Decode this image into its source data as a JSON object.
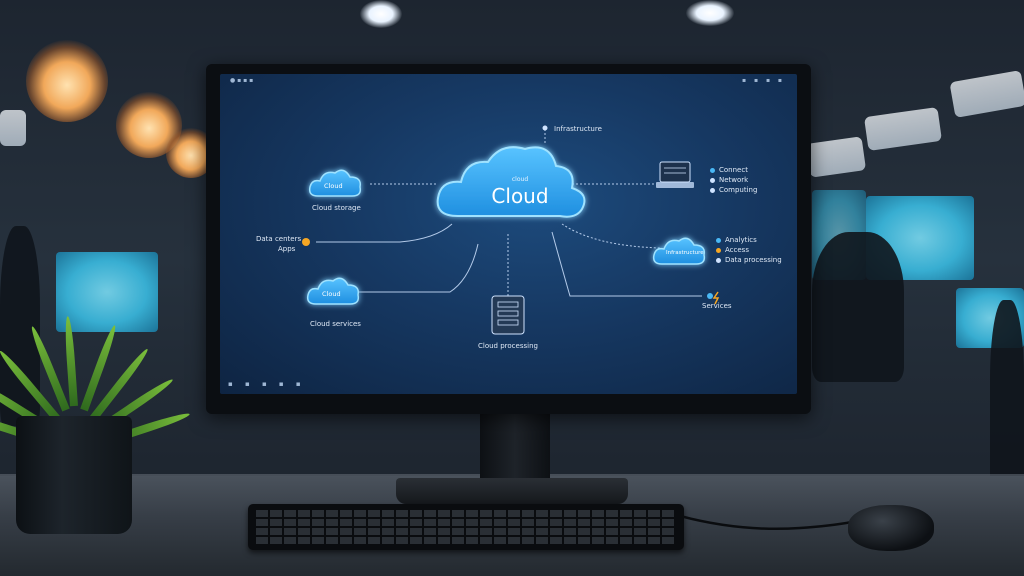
{
  "screen": {
    "topbar_text": "● ▪ ▪ ▪",
    "topbar_icons": "▪ ▪ ▪ ▪",
    "taskbar_icons": "▪ ▪ ▪ ▪ ▪",
    "main_cloud": {
      "small": "cloud",
      "big": "Cloud"
    },
    "nodes": [
      {
        "text": "Cloud",
        "label": "Cloud storage"
      },
      {
        "text": "Cloud",
        "label": "Cloud services"
      },
      {
        "text": "Infrastructure",
        "label": ""
      }
    ],
    "top_label": "Infrastructure",
    "left_label_1": "Data centers",
    "left_label_2": "Apps",
    "server_label": "Cloud processing",
    "right_list_top": [
      "Connect",
      "Network",
      "Computing"
    ],
    "right_list_mid": [
      "Analytics",
      "Access",
      "Data processing"
    ],
    "right_bottom_label": "Services"
  },
  "colors": {
    "glow": "#6fd0ff",
    "cloud_fill": "#3aa8f0",
    "line": "#cfe3ff",
    "dot_blue": "#49b8f5",
    "dot_orange": "#f5a623"
  }
}
